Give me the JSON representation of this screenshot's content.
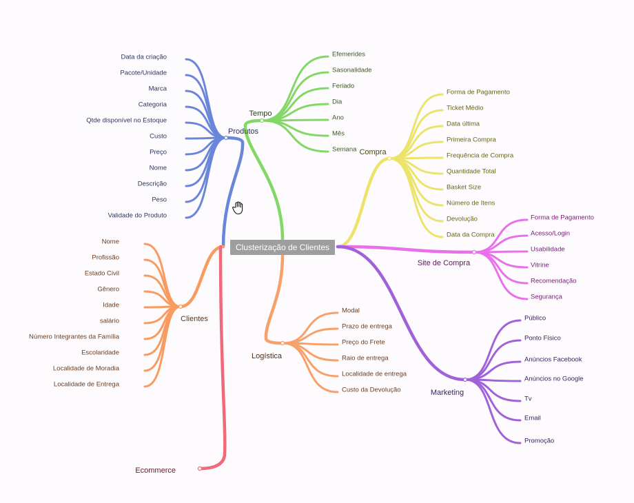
{
  "root": {
    "label": "Clusterização de Clientes"
  },
  "branches": [
    {
      "id": "produtos",
      "label": "Produtos",
      "color": "#6a86db",
      "text_color": "#2b2e5c",
      "side": "left",
      "leaf_color": "#2e3560",
      "items": [
        "Data da criação",
        "Pacote/Unidade",
        "Marca",
        "Categoria",
        "Qtde disponível no Estoque",
        "Custo",
        "Preço",
        "Nome",
        "Descrição",
        "Peso",
        "Validade do Produto"
      ]
    },
    {
      "id": "clientes",
      "label": "Clientes",
      "color": "#f99a5e",
      "text_color": "#5a3a1e",
      "side": "left",
      "leaf_color": "#6b3d20",
      "items": [
        "Nome",
        "Profissão",
        "Estado Civil",
        "Gênero",
        "Idade",
        "salário",
        "Número Integrantes da Família",
        "Escolaridade",
        "Localidade de Moradia",
        "Localidade de Entrega"
      ]
    },
    {
      "id": "ecommerce",
      "label": "Ecommerce",
      "color": "#f06a7c",
      "text_color": "#5a1e2e",
      "side": "left",
      "leaf_color": "#5a1e2e",
      "items": []
    },
    {
      "id": "tempo",
      "label": "Tempo",
      "color": "#82d766",
      "text_color": "#2a3d20",
      "side": "right",
      "leaf_color": "#3b5a25",
      "items": [
        "Efemerides",
        "Sasonalidade",
        "Feriado",
        "Dia",
        "Ano",
        "Mês",
        "Semana"
      ]
    },
    {
      "id": "compra",
      "label": "Compra",
      "color": "#ece46a",
      "text_color": "#4d4a10",
      "side": "right",
      "leaf_color": "#6a6418",
      "items": [
        "Forma de Pagamento",
        "Ticket Médio",
        "Data última",
        "Primeira Compra",
        "Frequência de Compra",
        "Quantidade Total",
        "Basket Size",
        "Número de Itens",
        "Devolução",
        "Data da Compra"
      ]
    },
    {
      "id": "site",
      "label": "Site de Compra",
      "color": "#e870e8",
      "text_color": "#5a1a5a",
      "side": "right",
      "leaf_color": "#7a1a7a",
      "items": [
        "Forma de Pagamento",
        "Acesso/Login",
        "Usabilidade",
        "Vitrine",
        "Recomendação",
        "Segurança"
      ]
    },
    {
      "id": "logistica",
      "label": "Logística",
      "color": "#f8a06a",
      "text_color": "#4a2e1a",
      "side": "right",
      "leaf_color": "#6b3d20",
      "items": [
        "Modal",
        "Prazo de entrega",
        "Preço do Frete",
        "Raio de entrega",
        "Localidade de entrega",
        "Custo da Devolução"
      ]
    },
    {
      "id": "marketing",
      "label": "Marketing",
      "color": "#9f62d8",
      "text_color": "#3a1d5a",
      "side": "right",
      "leaf_color": "#3a1d5a",
      "items": [
        "Público",
        "Ponto Físico",
        "Anúncios Facebook",
        "Anúncios no Google",
        "Tv",
        "Email",
        "Promoção"
      ]
    }
  ],
  "icons": {
    "cursor": "hand-cursor-icon"
  }
}
